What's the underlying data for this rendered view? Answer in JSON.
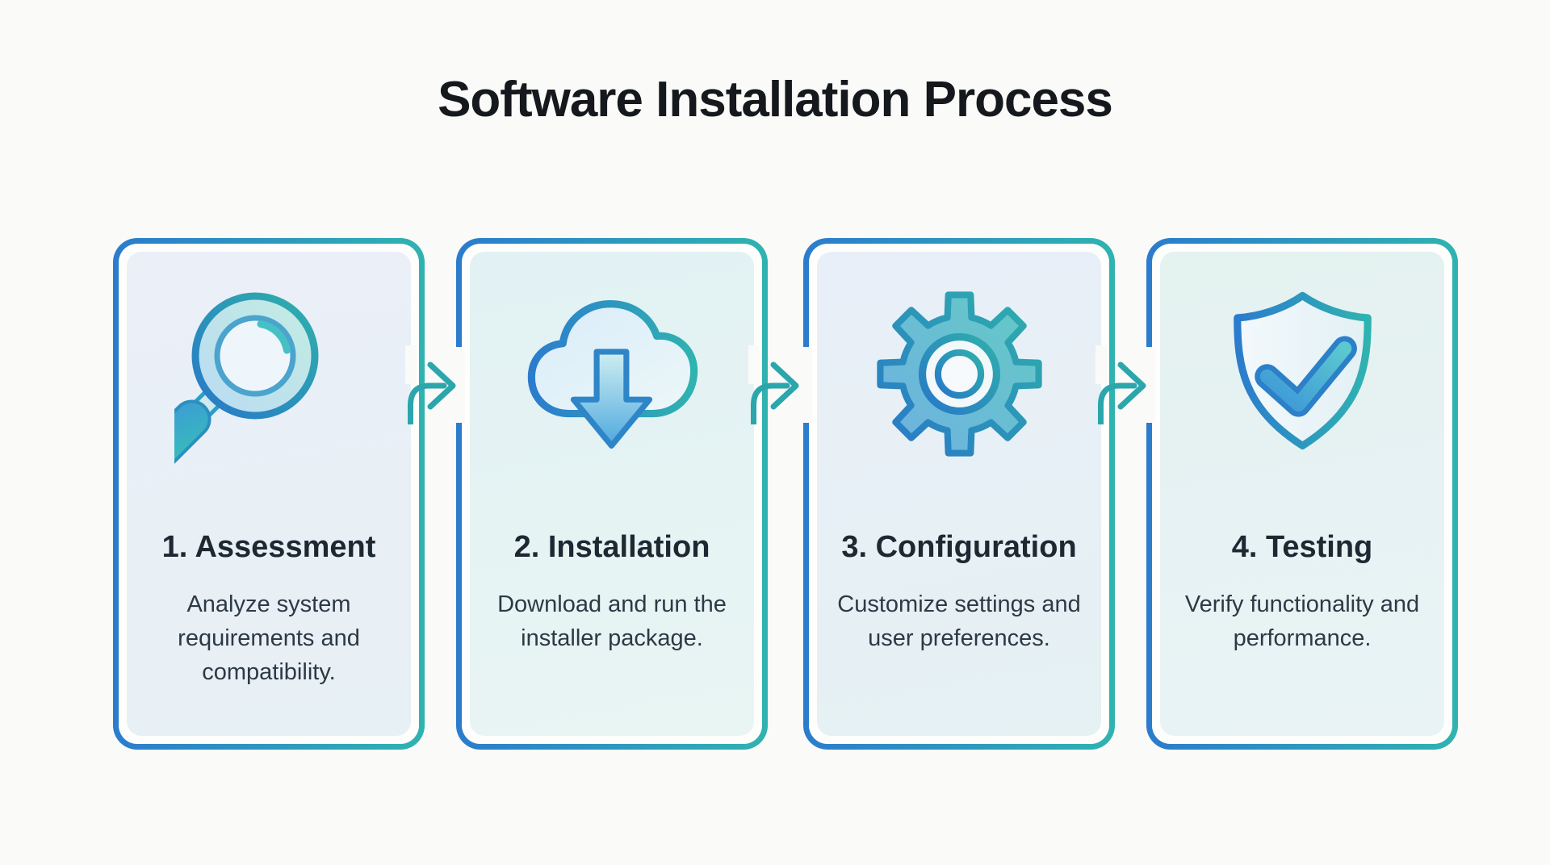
{
  "title": "Software Installation Process",
  "steps": [
    {
      "title": "1. Assessment",
      "description": "Analyze system requirements and compatibility.",
      "icon": "magnifier-icon"
    },
    {
      "title": "2. Installation",
      "description": "Download and run the installer package.",
      "icon": "cloud-download-icon"
    },
    {
      "title": "3. Configuration",
      "description": "Customize settings and user preferences.",
      "icon": "gear-icon"
    },
    {
      "title": "4. Testing",
      "description": "Verify functionality and performance.",
      "icon": "shield-check-icon"
    }
  ],
  "connectors": {
    "style": "right-elbow-arrow",
    "count": 3
  },
  "colors": {
    "page_background": "#fafaf8",
    "border_gradient_start": "#2b7ccd",
    "border_gradient_end": "#2fb3b0",
    "arrow_teal": "#2aa6ac",
    "title_text": "#15181c",
    "step_title_text": "#1e2833",
    "description_text": "#2d3945"
  }
}
